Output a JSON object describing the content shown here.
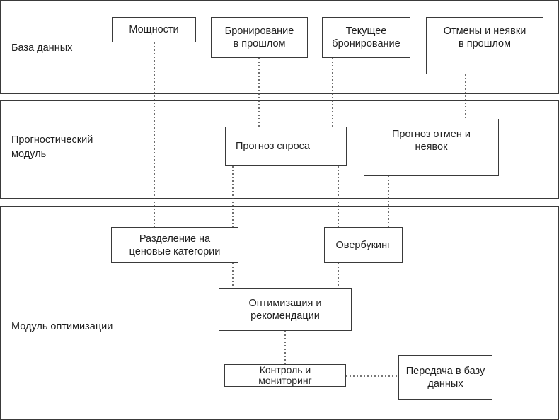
{
  "layers": {
    "database": "База данных",
    "forecasting": "Прогностический\nмодуль",
    "optimization": "Модуль оптимизации"
  },
  "nodes": {
    "capacity": "Мощности",
    "past_bookings": "Бронирование\nв прошлом",
    "current_bookings": "Текущее\nбронирование",
    "past_cancellations": "Отмены и неявки\nв прошлом",
    "demand_forecast": "Прогноз спроса",
    "cancellation_forecast": "Прогноз отмен и\nнеявок",
    "price_classes": "Разделение на\nценовые категории",
    "overbooking": "Овербукинг",
    "optimization_recs": "Оптимизация и\nрекомендации",
    "control_monitoring": "Контроль и\nмониторинг",
    "db_transfer": "Передача в базу\nданных"
  }
}
